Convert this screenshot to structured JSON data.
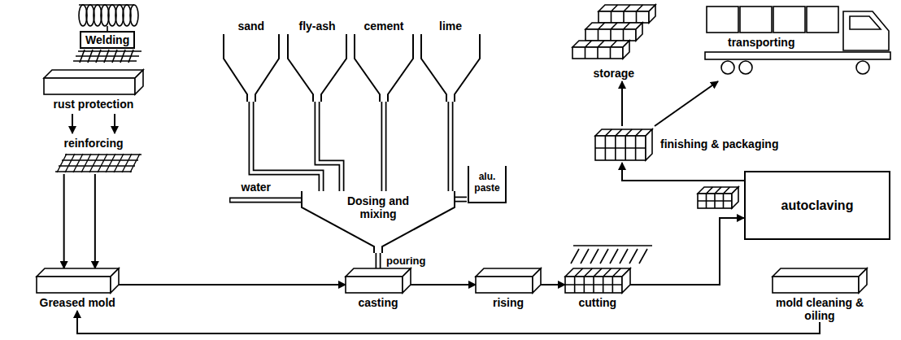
{
  "diagram": {
    "nodes": [
      {
        "text": [
          "Welding"
        ]
      },
      {
        "text": [
          "rust protection"
        ]
      },
      {
        "text": [
          "reinforcing"
        ]
      },
      {
        "text": [
          "Greased mold"
        ]
      },
      {
        "text": [
          "sand"
        ]
      },
      {
        "text": [
          "fly-ash"
        ]
      },
      {
        "text": [
          "cement"
        ]
      },
      {
        "text": [
          "lime"
        ]
      },
      {
        "text": [
          "water"
        ]
      },
      {
        "text": [
          "alu. paste"
        ]
      },
      {
        "text": [
          "Dosing and mixing"
        ]
      },
      {
        "text": [
          "casting"
        ]
      },
      {
        "text": [
          "rising"
        ]
      },
      {
        "text": [
          "cutting"
        ]
      },
      {
        "text": [
          "autoclaving"
        ]
      },
      {
        "text": [
          "finishing & packaging"
        ]
      },
      {
        "text": [
          "storage"
        ]
      },
      {
        "text": [
          "transporting"
        ]
      },
      {
        "text": [
          "mold cleaning & oiling"
        ]
      }
    ],
    "edges": [
      {
        "from": 1,
        "to": 2,
        "arrow": "to"
      },
      {
        "from": 2,
        "to": 3,
        "arrow": "to"
      },
      {
        "from": 4,
        "to": 10,
        "arrow": "none"
      },
      {
        "from": 5,
        "to": 10,
        "arrow": "none"
      },
      {
        "from": 6,
        "to": 10,
        "arrow": "none"
      },
      {
        "from": 7,
        "to": 10,
        "arrow": "none"
      },
      {
        "from": 8,
        "to": 10,
        "arrow": "none"
      },
      {
        "from": 9,
        "to": 10,
        "arrow": "none"
      },
      {
        "from": 10,
        "to": 11,
        "label": "pouring",
        "arrow": "none"
      },
      {
        "from": 3,
        "to": 11,
        "arrow": "to"
      },
      {
        "from": 11,
        "to": 12,
        "arrow": "to"
      },
      {
        "from": 12,
        "to": 13,
        "arrow": "to"
      },
      {
        "from": 13,
        "to": 14,
        "arrow": "to"
      },
      {
        "from": 14,
        "to": 15,
        "arrow": "to"
      },
      {
        "from": 15,
        "to": 16,
        "arrow": "to"
      },
      {
        "from": 15,
        "to": 17,
        "arrow": "to"
      },
      {
        "from": 18,
        "to": 3,
        "arrow": "to"
      }
    ]
  }
}
